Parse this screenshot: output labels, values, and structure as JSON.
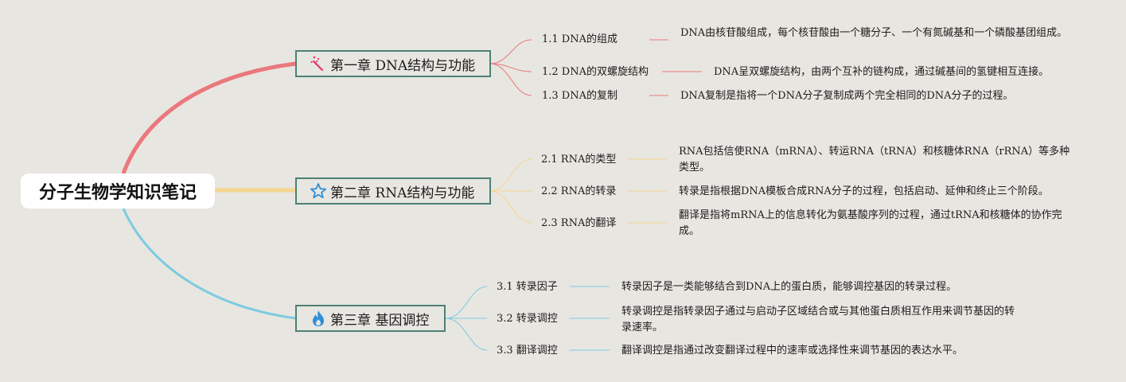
{
  "root": {
    "title": "分子生物学知识笔记"
  },
  "colors": {
    "background": "#e8e6e1",
    "branch1": "#ea787c",
    "branch2": "#f5d68e",
    "branch3": "#7ccbe0",
    "node_border": "#4e8076",
    "icon1": "#e8336a",
    "icon2": "#2f8fd8",
    "icon3": "#2f8fd8"
  },
  "chapters": [
    {
      "title": "第一章 DNA结构与功能",
      "icon": "magic-wand-icon",
      "topics": [
        {
          "label": "1.1 DNA的组成",
          "desc": "DNA由核苷酸组成，每个核苷酸由一个糖分子、一个有氮碱基和一个磷酸基团组成。"
        },
        {
          "label": "1.2 DNA的双螺旋结构",
          "desc": "DNA呈双螺旋结构，由两个互补的链构成，通过碱基间的氢键相互连接。"
        },
        {
          "label": "1.3 DNA的复制",
          "desc": "DNA复制是指将一个DNA分子复制成两个完全相同的DNA分子的过程。"
        }
      ]
    },
    {
      "title": "第二章 RNA结构与功能",
      "icon": "star-icon",
      "topics": [
        {
          "label": "2.1 RNA的类型",
          "desc": "RNA包括信使RNA（mRNA）、转运RNA（tRNA）和核糖体RNA（rRNA）等多种类型。"
        },
        {
          "label": "2.2 RNA的转录",
          "desc": "转录是指根据DNA模板合成RNA分子的过程，包括启动、延伸和终止三个阶段。"
        },
        {
          "label": "2.3 RNA的翻译",
          "desc": "翻译是指将mRNA上的信息转化为氨基酸序列的过程，通过tRNA和核糖体的协作完成。"
        }
      ]
    },
    {
      "title": "第三章 基因调控",
      "icon": "fire-icon",
      "topics": [
        {
          "label": "3.1 转录因子",
          "desc": "转录因子是一类能够结合到DNA上的蛋白质，能够调控基因的转录过程。"
        },
        {
          "label": "3.2 转录调控",
          "desc": "转录调控是指转录因子通过与启动子区域结合或与其他蛋白质相互作用来调节基因的转录速率。"
        },
        {
          "label": "3.3 翻译调控",
          "desc": "翻译调控是指通过改变翻译过程中的速率或选择性来调节基因的表达水平。"
        }
      ]
    }
  ]
}
